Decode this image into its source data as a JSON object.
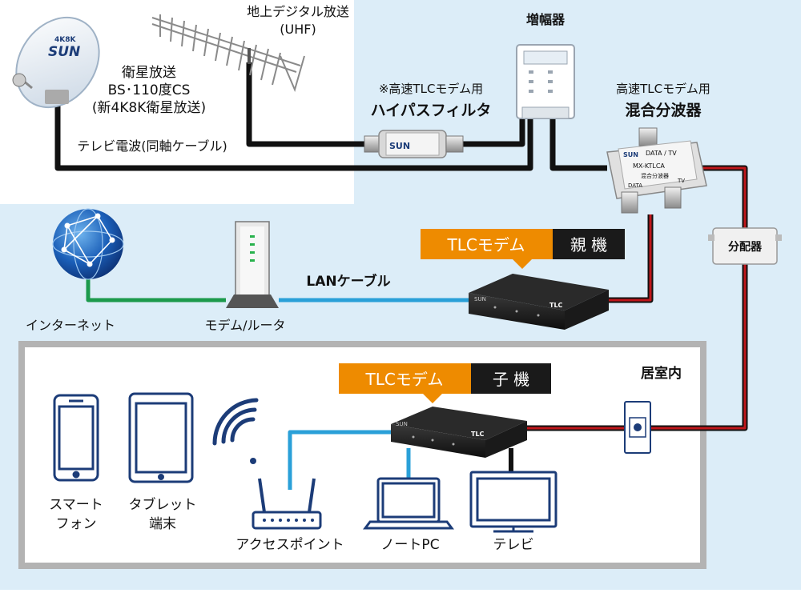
{
  "labels": {
    "antenna_uhf_line1": "地上デジタル放送",
    "antenna_uhf_line2": "(UHF)",
    "satellite_line1": "衛星放送",
    "satellite_line2": "BS･110度CS",
    "satellite_line3": "(新4K8K衛星放送)",
    "tv_cable": "テレビ電波(同軸ケーブル)",
    "amplifier": "増幅器",
    "highpass_note": "※高速TLCモデム用",
    "highpass_filter": "ハイパスフィルタ",
    "mixer_note": "高速TLCモデム用",
    "mixer": "混合分波器",
    "splitter": "分配器",
    "internet": "インターネット",
    "modem_router": "モデム/ルータ",
    "lan_cable": "LANケーブル",
    "tlc_modem": "TLCモデム",
    "parent": "親 機",
    "child": "子 機",
    "room": "居室内",
    "smartphone_line1": "スマート",
    "smartphone_line2": "フォン",
    "tablet_line1": "タブレット",
    "tablet_line2": "端末",
    "access_point": "アクセスポイント",
    "laptop": "ノートPC",
    "tv": "テレビ"
  },
  "device_text": {
    "brand": "SUN",
    "brand_4k8k": "4K8K",
    "modem_tlc": "TLC",
    "mixer_model": "MX-KTLCA",
    "mixer_data_tv": "DATA / TV",
    "mixer_sub": "混合分波器",
    "mixer_data": "DATA",
    "mixer_tv": "TV"
  },
  "colors": {
    "sky": "#dcedf8",
    "white_box": "#ffffff",
    "room_border": "#b3b3b3",
    "room_bg": "#ffffff",
    "coax": "#111111",
    "coax_red": "#c0171b",
    "lan_blue": "#2aa0d8",
    "internet_green": "#1c9a4c",
    "orange": "#ee8b00",
    "black_tag": "#1a1a1a",
    "device_blue": "#1c3c78"
  }
}
